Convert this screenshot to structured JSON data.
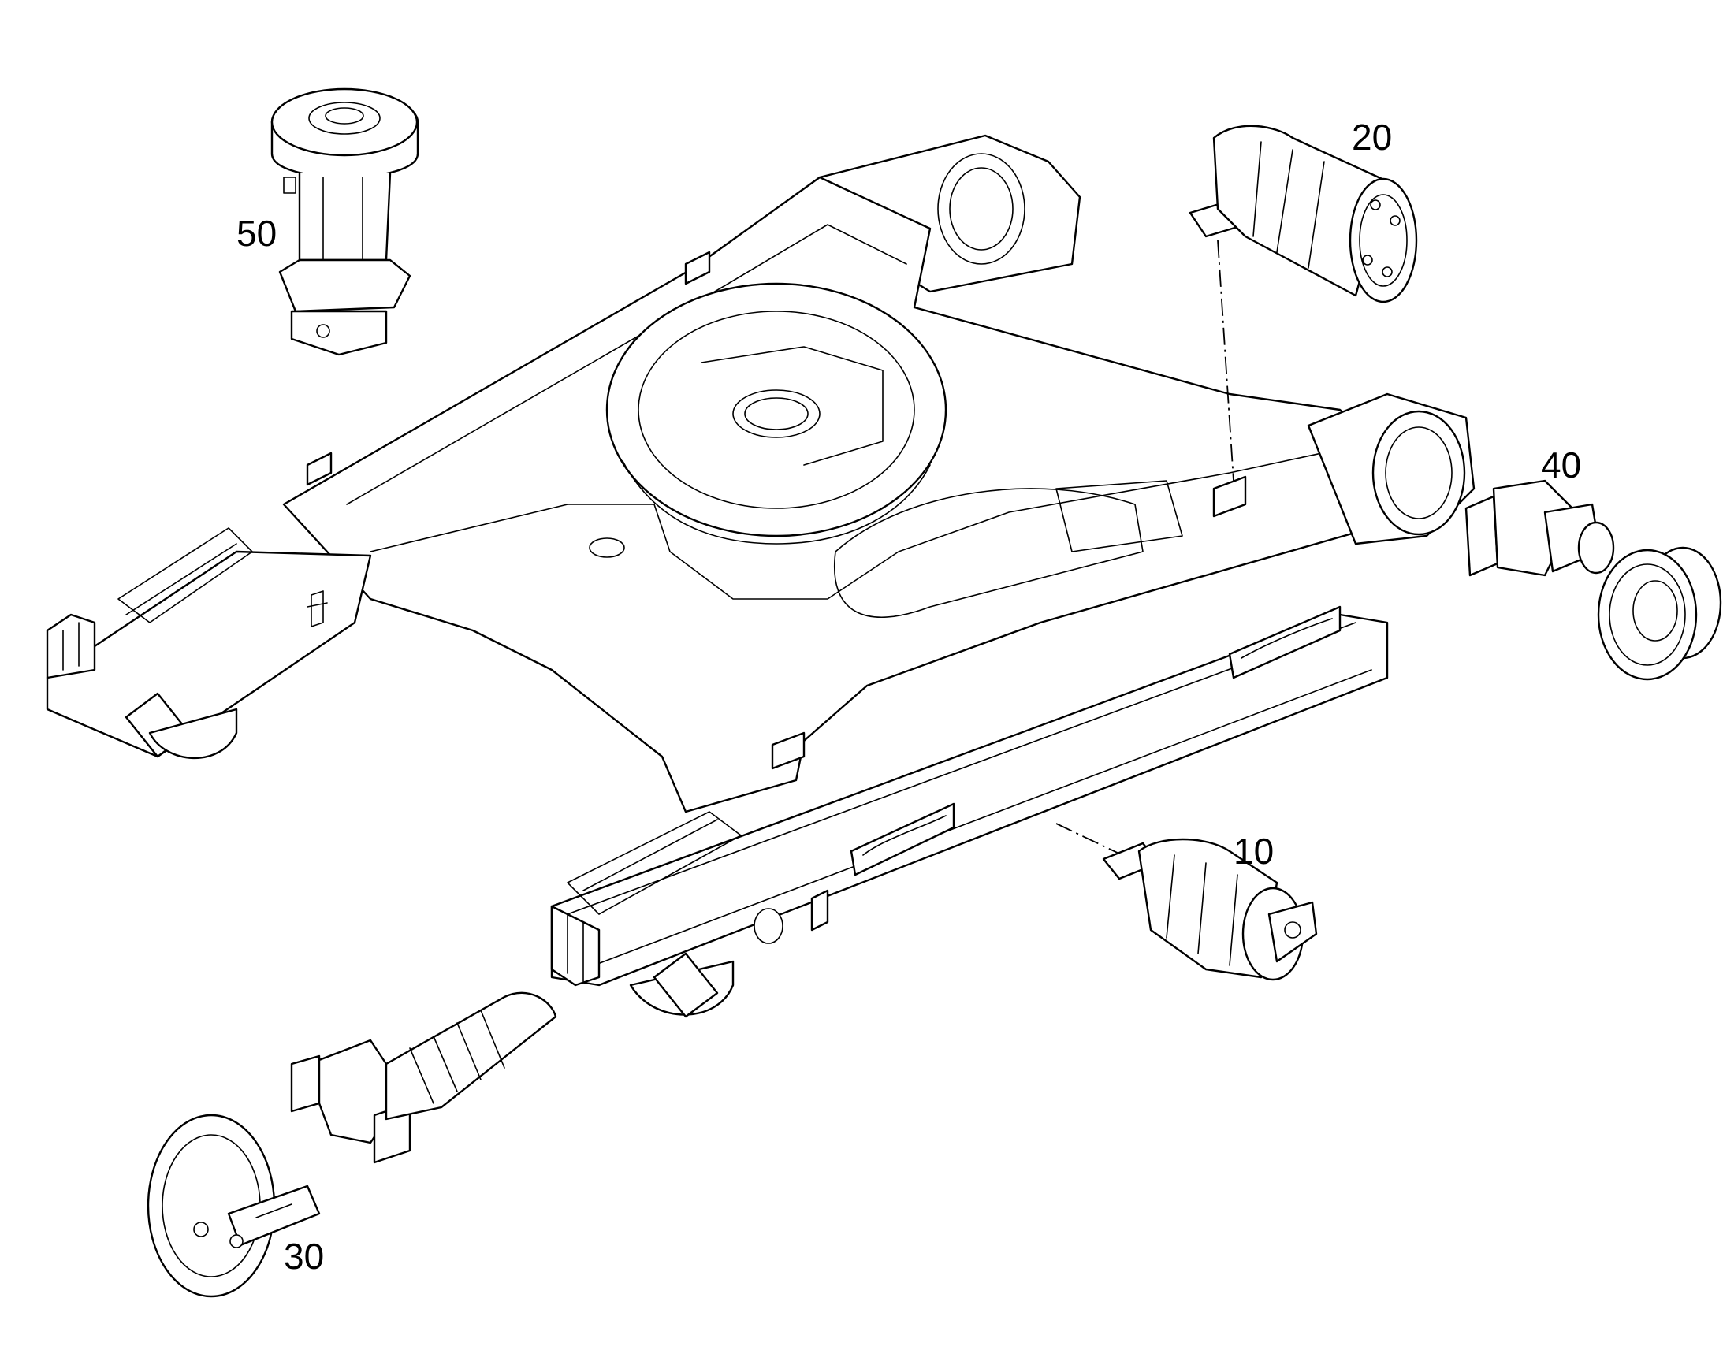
{
  "diagram": {
    "parts": [
      {
        "id": "roller-10",
        "label": "10"
      },
      {
        "id": "roller-20",
        "label": "20"
      },
      {
        "id": "idler-30",
        "label": "30"
      },
      {
        "id": "drive-40",
        "label": "40"
      },
      {
        "id": "swivel-50",
        "label": "50"
      }
    ],
    "colors": {
      "line": "#000000",
      "background": "#ffffff"
    }
  }
}
